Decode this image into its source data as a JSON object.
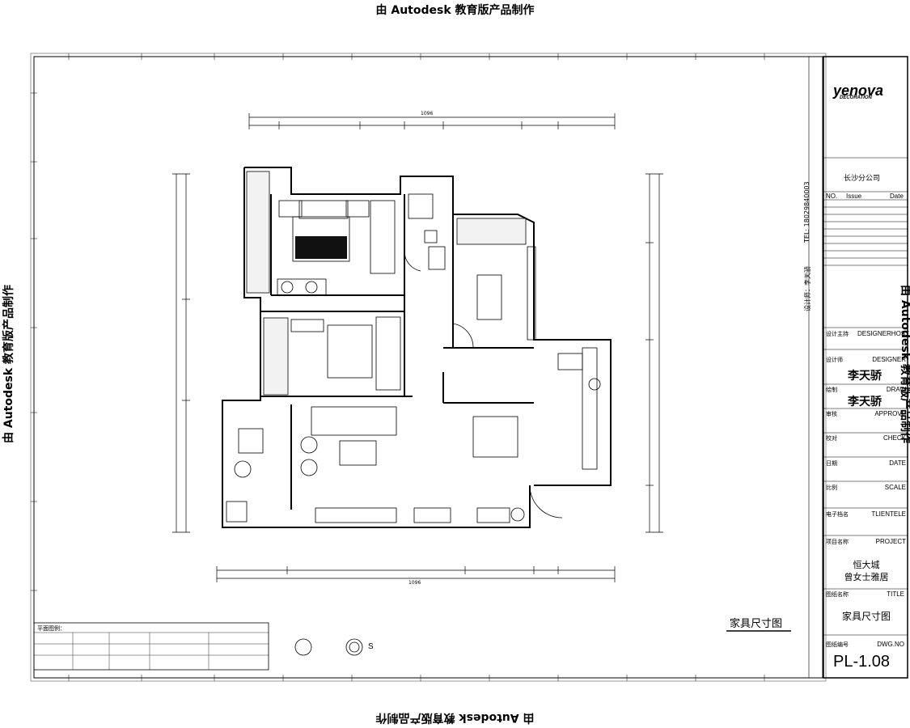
{
  "watermark": "由 Autodesk 教育版产品制作",
  "title_block": {
    "logo_main": "yenova",
    "logo_sub": "DECORATION",
    "branch": "长沙分公司",
    "no_label": "NO.",
    "issue_label": "Issue",
    "date_header": "Date",
    "phone_vertical": "TEL: 18029840003",
    "designer_vertical": "设计师：李天骄",
    "fields": [
      {
        "cn": "设计主持",
        "en": "DESIGNERHOST"
      },
      {
        "cn": "设计师",
        "en": "DESIGNER"
      },
      {
        "cn": "绘制",
        "en": "DRAW"
      },
      {
        "cn": "审核",
        "en": "APPROVE"
      },
      {
        "cn": "校对",
        "en": "CHECK"
      },
      {
        "cn": "日期",
        "en": "DATE"
      },
      {
        "cn": "比例",
        "en": "SCALE"
      },
      {
        "cn": "电子档名",
        "en": "TLIENTELE"
      },
      {
        "cn": "项目名称",
        "en": "PROJECT"
      }
    ],
    "designer_signature": "李天骄",
    "draw_signature": "李天骄",
    "project_line1": "恒大城",
    "project_line2": "曾女士雅居",
    "title_label_cn": "图纸名称",
    "title_label_en": "TITLE",
    "title_value": "家具尺寸图",
    "dwg_label_cn": "图纸编号",
    "dwg_label_en": "DWG.NO",
    "dwg_value": "PL-1.08"
  },
  "drawing": {
    "title": "家具尺寸图",
    "dimension_top_total": "1096",
    "dimension_bottom_total": "1096"
  },
  "legend": {
    "heading": "平面图例："
  },
  "compass": {
    "letter": "S"
  }
}
